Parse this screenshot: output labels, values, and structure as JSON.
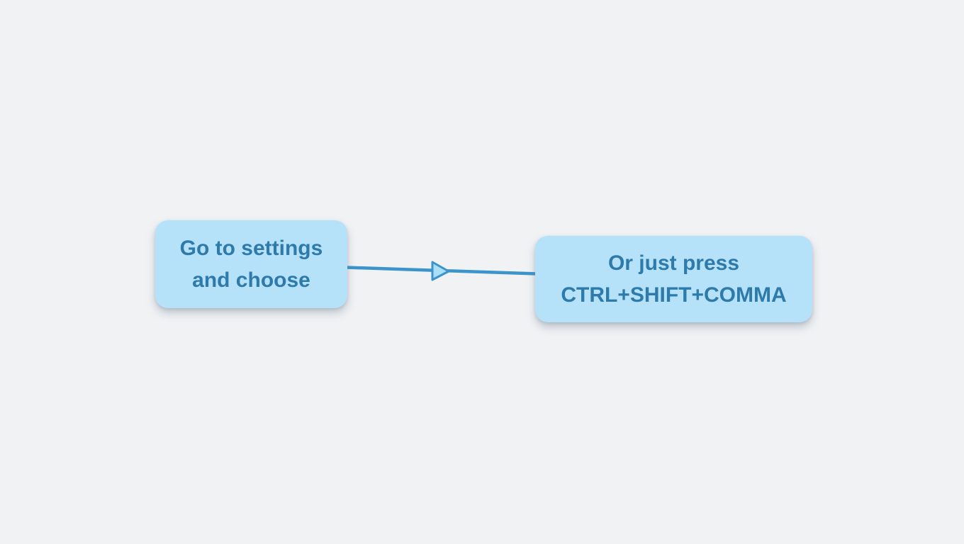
{
  "diagram": {
    "nodes": [
      {
        "id": "left",
        "lines": [
          "Go to settings",
          "and choose"
        ]
      },
      {
        "id": "right",
        "lines": [
          "Or just press",
          "CTRL+SHIFT+COMMA"
        ]
      }
    ],
    "connector": {
      "from": "left",
      "to": "right",
      "style": "open-arrowhead",
      "direction": "right"
    }
  },
  "colors": {
    "canvas_background": "#f0f2f4",
    "node_fill": "#b6e2f9",
    "node_text": "#2e7bab",
    "connector_stroke": "#3b94cc",
    "arrowhead_fill": "#abdef7"
  }
}
